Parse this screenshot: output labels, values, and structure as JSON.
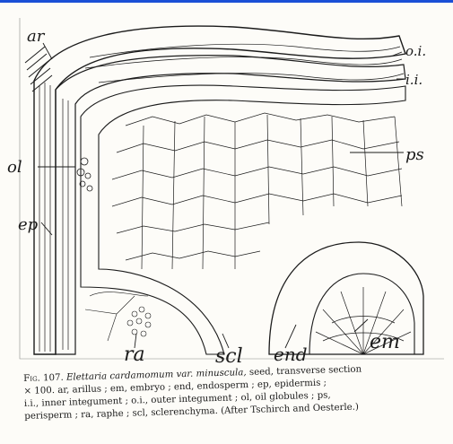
{
  "labels": {
    "ar": "ar",
    "oi": "o.i.",
    "ii": "i.i.",
    "ol": "ol",
    "ps": "ps",
    "ep": "ep",
    "ra": "ra",
    "scl": "scl",
    "end": "end",
    "em": "em"
  },
  "caption": {
    "fig_no": "Fig. 107.",
    "species": "Elettaria cardamomum var. minuscula,",
    "line1_rest": "seed, transverse section",
    "line2": "× 100. ar, arillus ; em, embryo ; end, endosperm ; ep, epidermis ;",
    "line3": "i.i., inner integument ; o.i., outer integument ; ol, oil globules ; ps,",
    "line4": "perisperm ; ra, raphe ; scl, sclerenchyma. (After Tschirch and Oesterle.)"
  },
  "colors": {
    "ink": "#1b1b1b",
    "paper": "#fdfcf8",
    "top_edge": "#1a4fd6"
  }
}
